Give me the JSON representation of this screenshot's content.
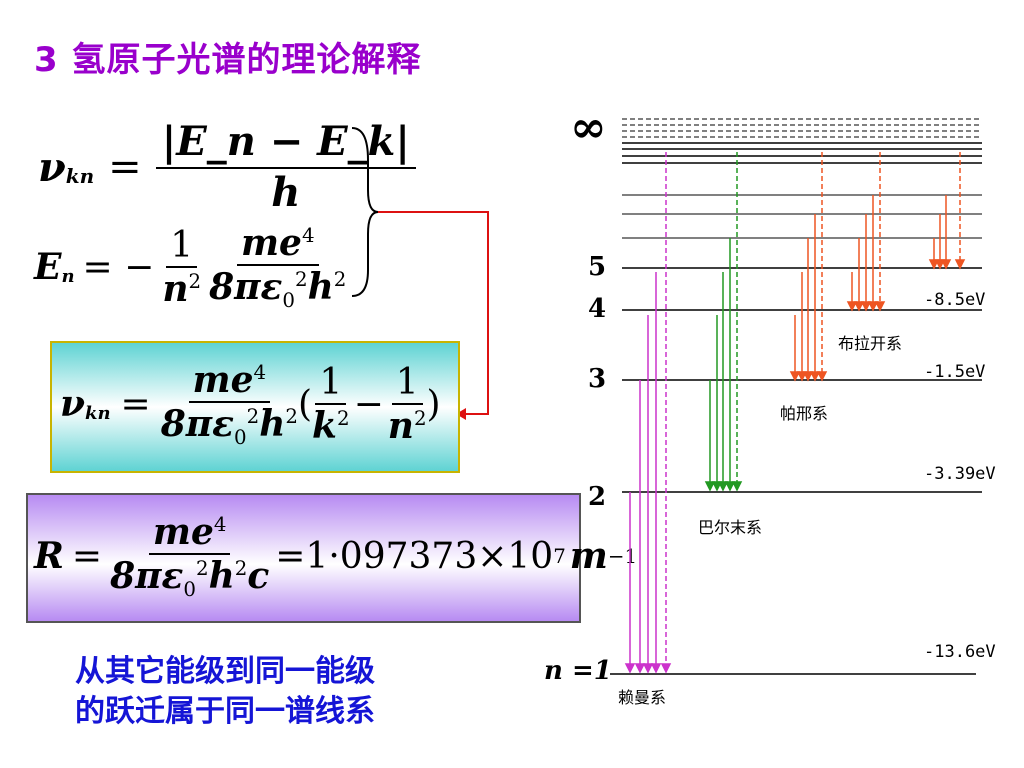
{
  "title": "3  氢原子光谱的理论解释",
  "formula1": {
    "lhs": "ν",
    "lhs_sub": "kn",
    "eq": "=",
    "num": "|E_n − E_k|",
    "den": "h"
  },
  "formula2": {
    "lhs": "E",
    "lhs_sub": "n",
    "eq": "= −",
    "frac1_num": "1",
    "frac1_den": "n",
    "frac1_den_sup": "2",
    "frac2_num": "me",
    "frac2_num_sup": "4",
    "frac2_den": "8πε",
    "frac2_den_sub": "0",
    "frac2_den_sup": "2",
    "frac2_den_tail": "h",
    "frac2_den_tail_sup": "2"
  },
  "formula3": {
    "lhs": "ν",
    "lhs_sub": "kn",
    "eq": "=",
    "num": "me",
    "num_sup": "4",
    "den": "8πε",
    "den_sub": "0",
    "den_sup": "2",
    "den_tail": "h",
    "den_tail_sup": "2",
    "open": "(",
    "a_num": "1",
    "a_den": "k",
    "a_den_sup": "2",
    "minus": "−",
    "b_num": "1",
    "b_den": "n",
    "b_den_sup": "2",
    "close": ")"
  },
  "formula4": {
    "lhs": "R",
    "eq": "=",
    "num": "me",
    "num_sup": "4",
    "den": "8πε",
    "den_sub": "0",
    "den_sup": "2",
    "den_tail": "h",
    "den_tail_sup": "2",
    "den_c": "c",
    "rhs": "=1·097373×10",
    "rhs_sup": "7",
    "rhs_unit": "m",
    "rhs_unit_sup": "−1"
  },
  "bottom_text_line1": "从其它能级到同一能级",
  "bottom_text_line2": "的跃迁属于同一谱线系",
  "diagram": {
    "infinity": "∞",
    "levels": [
      {
        "label": "n =1",
        "energy": "-13.6eV"
      },
      {
        "label": "2",
        "energy": "-3.39eV"
      },
      {
        "label": "3",
        "energy": "-1.5eV"
      },
      {
        "label": "4",
        "energy": "-8.5eV"
      },
      {
        "label": "5",
        "energy": ""
      }
    ],
    "series": {
      "lyman": "赖曼系",
      "balmer": "巴尔末系",
      "paschen": "帕邢系",
      "brackett": "布拉开系"
    },
    "colors": {
      "lyman": "#cc33cc",
      "balmer": "#229922",
      "paschen": "#ee5522",
      "brackett": "#ee5522",
      "connector": "#dd1111"
    }
  }
}
